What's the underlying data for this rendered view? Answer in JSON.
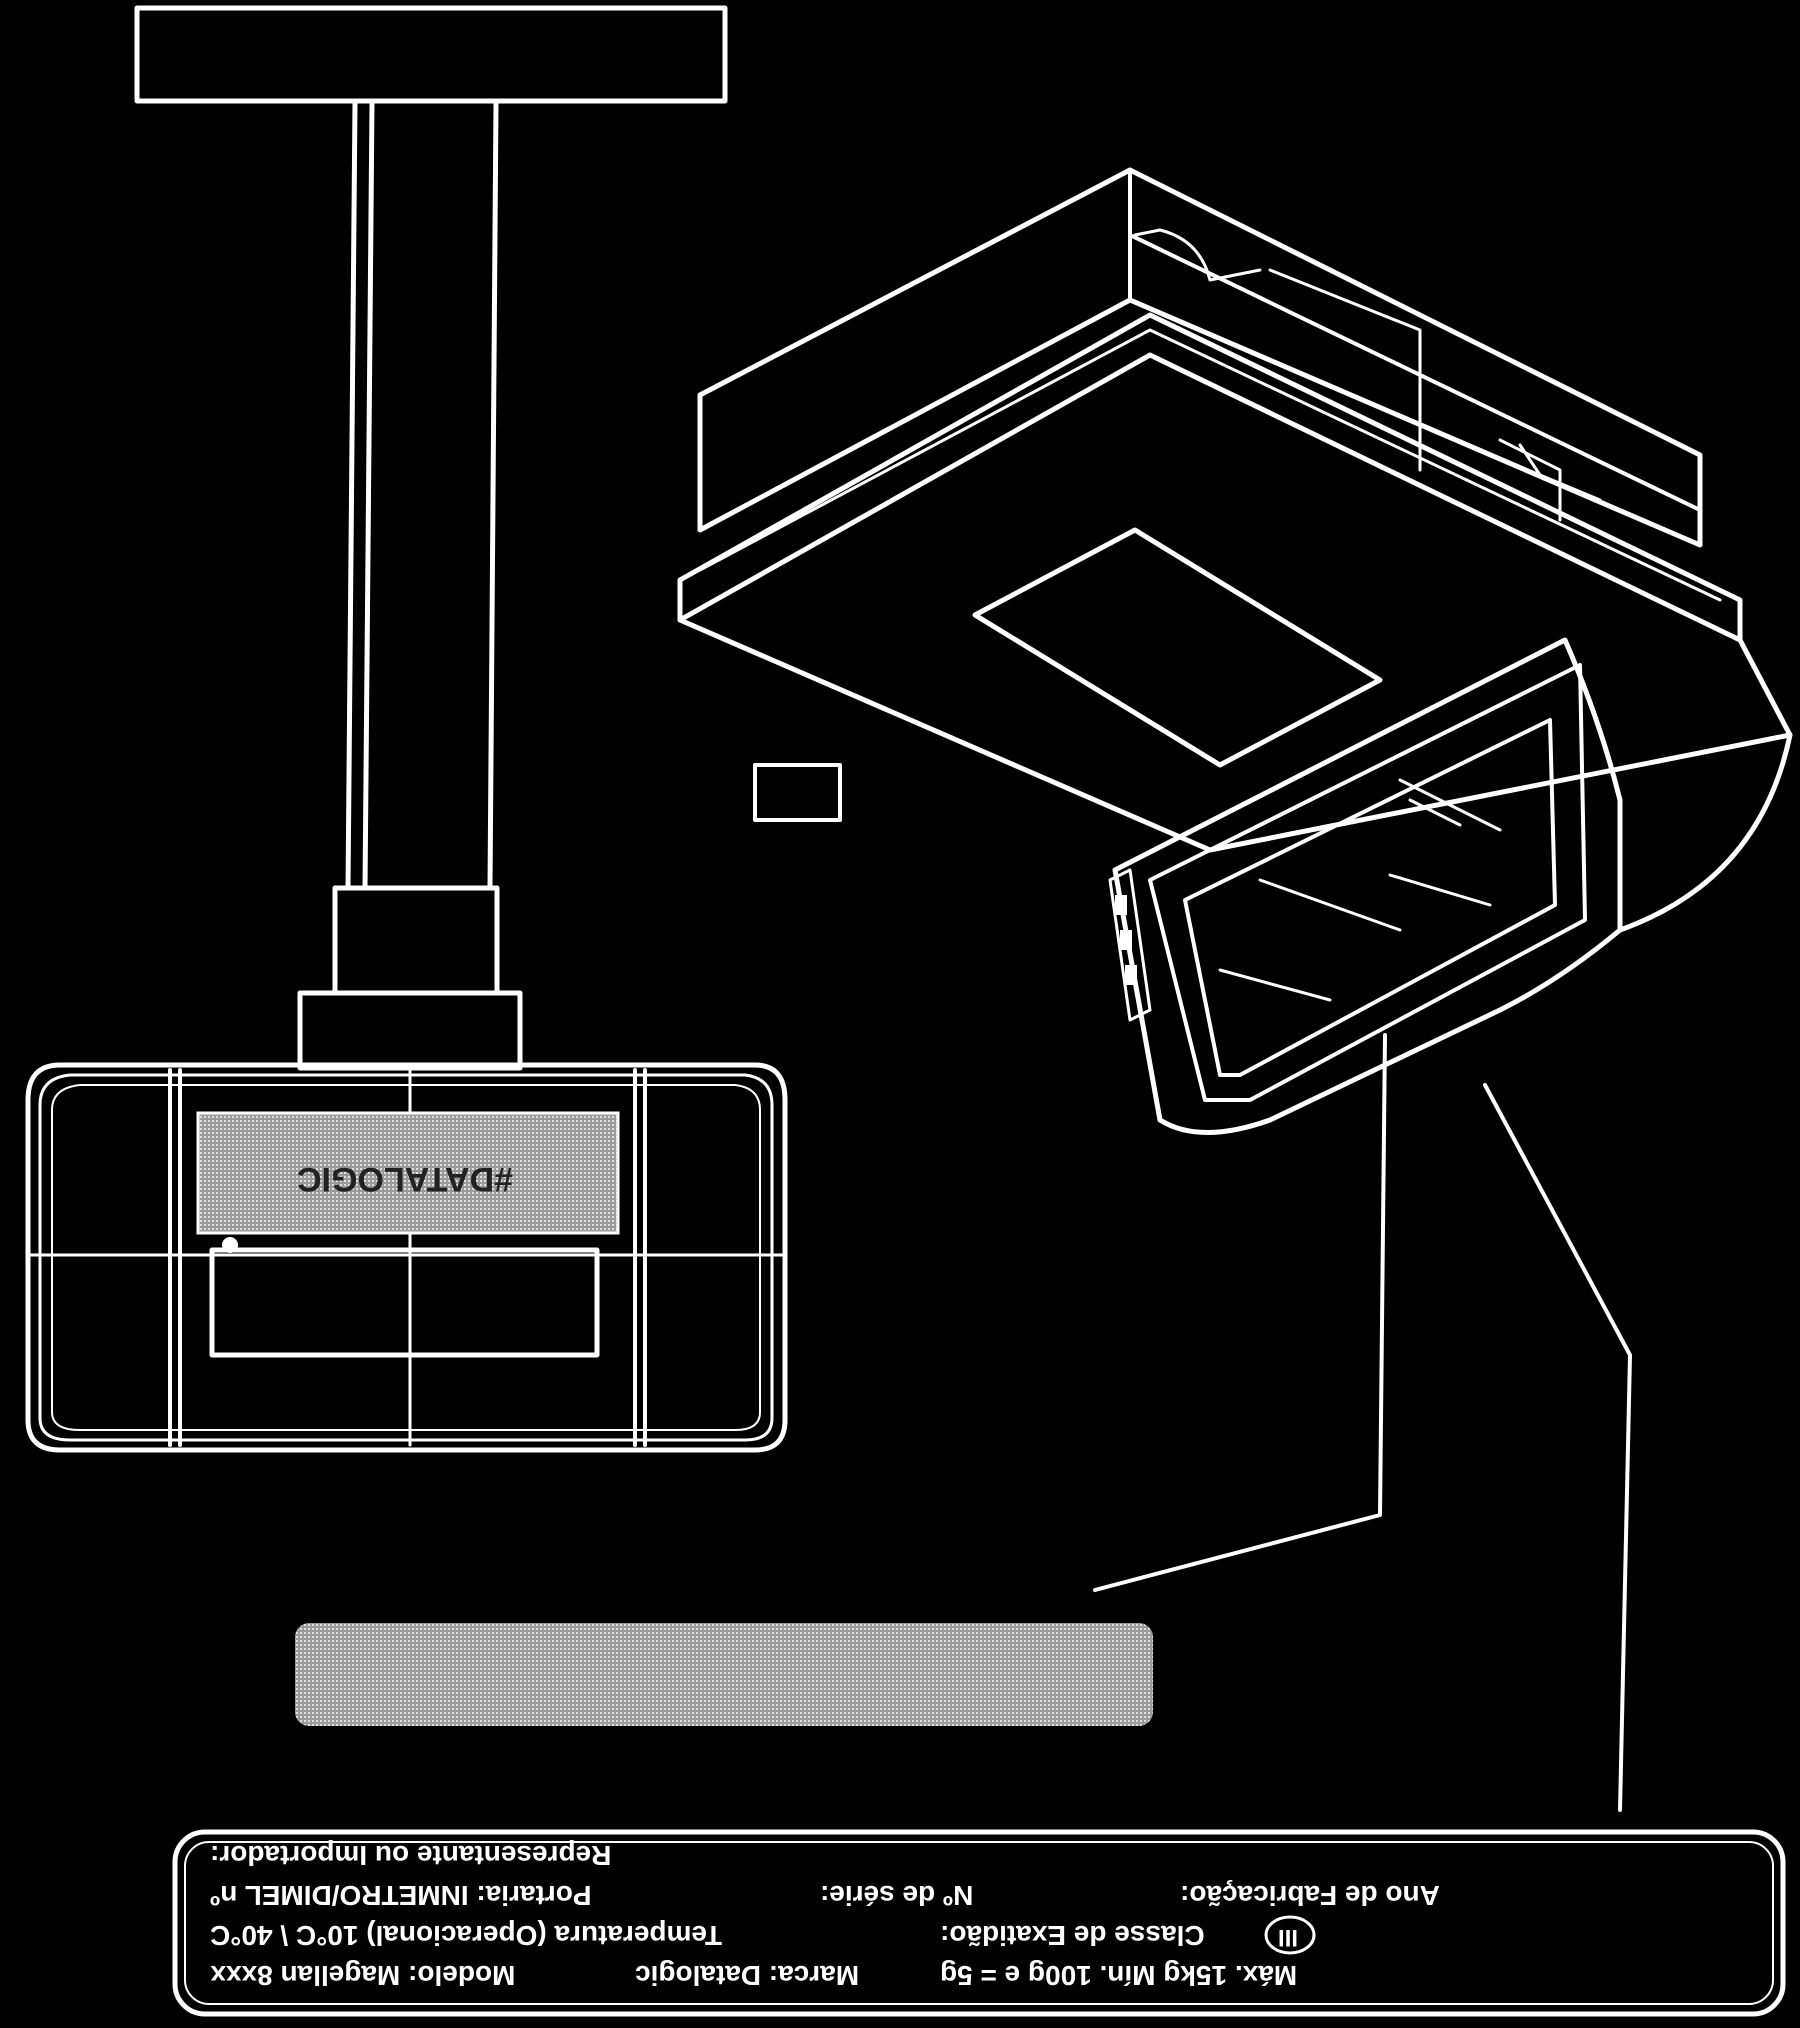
{
  "scale_logo_text": "#DATALOGIC",
  "plate": {
    "line1": "Modelo: Magellan 8xxx",
    "line1b": "Marca: Datalogic",
    "line1c": "Máx. 15kg   Mín. 100g   e = 5g",
    "line2": "Temperatura (Operacional) 10°C \\ 40°C",
    "line2b": "Classe de Exatidão:",
    "line2c": "III",
    "line3": "Portaria: INMETRO/DIMEL nº",
    "line3b": "Nº de série:",
    "line3c": "Ano de Fabricação:",
    "line4": "Representante ou Importador:"
  }
}
